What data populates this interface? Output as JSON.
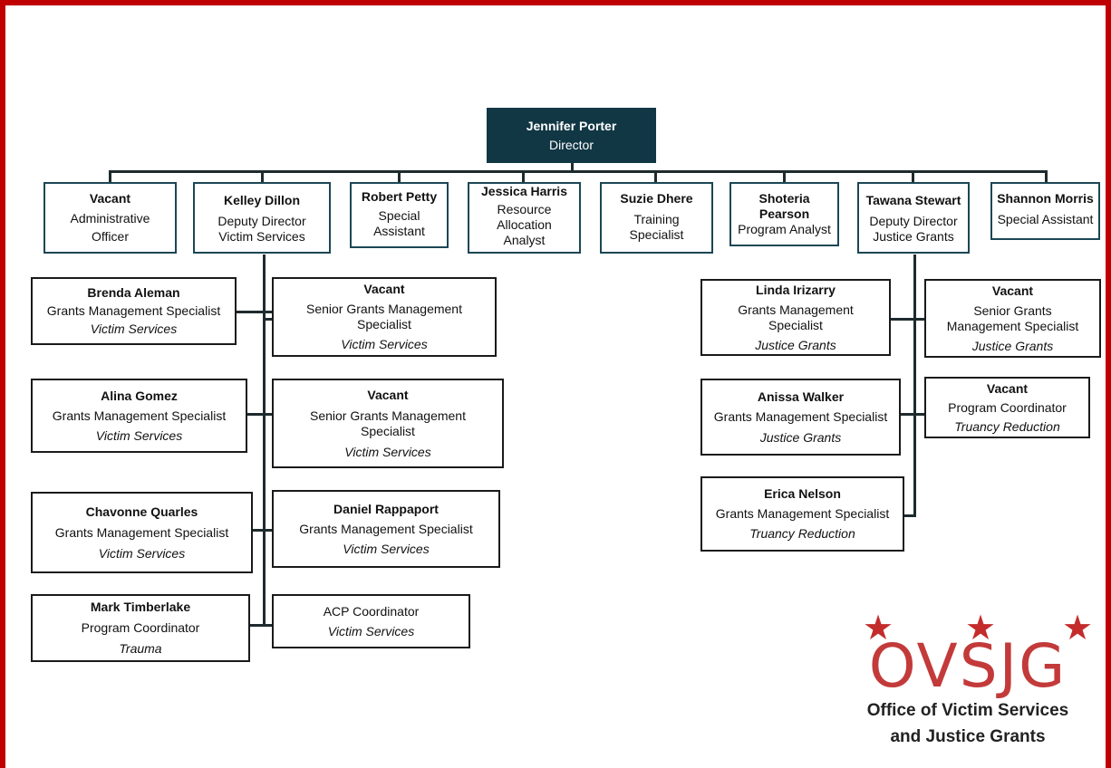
{
  "director": {
    "name": "Jennifer Porter",
    "title": "Director"
  },
  "top_row": [
    {
      "name": "Vacant",
      "lines": [
        "Administrative",
        "Officer"
      ]
    },
    {
      "name": "Kelley Dillon",
      "lines": [
        "Deputy Director",
        "Victim Services"
      ]
    },
    {
      "name": "Robert Petty",
      "lines": [
        "Special",
        "Assistant"
      ]
    },
    {
      "name": "Jessica Harris",
      "lines": [
        "Resource",
        "Allocation",
        "Analyst"
      ]
    },
    {
      "name": "Suzie Dhere",
      "lines": [
        "Training",
        "Specialist"
      ]
    },
    {
      "name": "Shoteria",
      "name2": "Pearson",
      "lines": [
        "Program Analyst"
      ]
    },
    {
      "name": "Tawana Stewart",
      "lines": [
        "Deputy Director",
        "Justice Grants"
      ]
    },
    {
      "name": "Shannon Morris",
      "lines": [
        "Special Assistant"
      ]
    }
  ],
  "victim_services_left": [
    {
      "name": "Brenda Aleman",
      "title": "Grants Management Specialist",
      "unit": "Victim Services"
    },
    {
      "name": "Alina Gomez",
      "title": "Grants Management Specialist",
      "unit": "Victim Services"
    },
    {
      "name": "Chavonne Quarles",
      "title": "Grants Management Specialist",
      "unit": "Victim Services"
    },
    {
      "name": "Mark Timberlake",
      "title": "Program Coordinator",
      "unit": "Trauma"
    }
  ],
  "victim_services_right": [
    {
      "name": "Vacant",
      "title": "Senior Grants Management",
      "title2": "Specialist",
      "unit": "Victim Services"
    },
    {
      "name": "Vacant",
      "title": "Senior Grants Management",
      "title2": "Specialist",
      "unit": "Victim Services"
    },
    {
      "name": "Daniel Rappaport",
      "title": "Grants Management Specialist",
      "unit": "Victim Services"
    },
    {
      "title": "ACP Coordinator",
      "unit": "Victim Services"
    }
  ],
  "justice_grants_left": [
    {
      "name": "Linda Irizarry",
      "title": "Grants Management",
      "title2": "Specialist",
      "unit": "Justice Grants"
    },
    {
      "name": "Anissa Walker",
      "title": "Grants Management Specialist",
      "unit": "Justice Grants"
    },
    {
      "name": "Erica Nelson",
      "title": "Grants Management Specialist",
      "unit": "Truancy Reduction"
    }
  ],
  "justice_grants_right": [
    {
      "name": "Vacant",
      "title": "Senior Grants",
      "title2": "Management Specialist",
      "unit": "Justice Grants"
    },
    {
      "name": "Vacant",
      "title": "Program Coordinator",
      "unit": "Truancy Reduction"
    }
  ],
  "logo": {
    "mark": "OVSJG",
    "line1": "Office of Victim Services",
    "line2": "and Justice Grants"
  },
  "colors": {
    "border": "#c00000",
    "director_fill": "#113745",
    "top_border": "#1b4754",
    "logo_red": "#c33a3a"
  }
}
